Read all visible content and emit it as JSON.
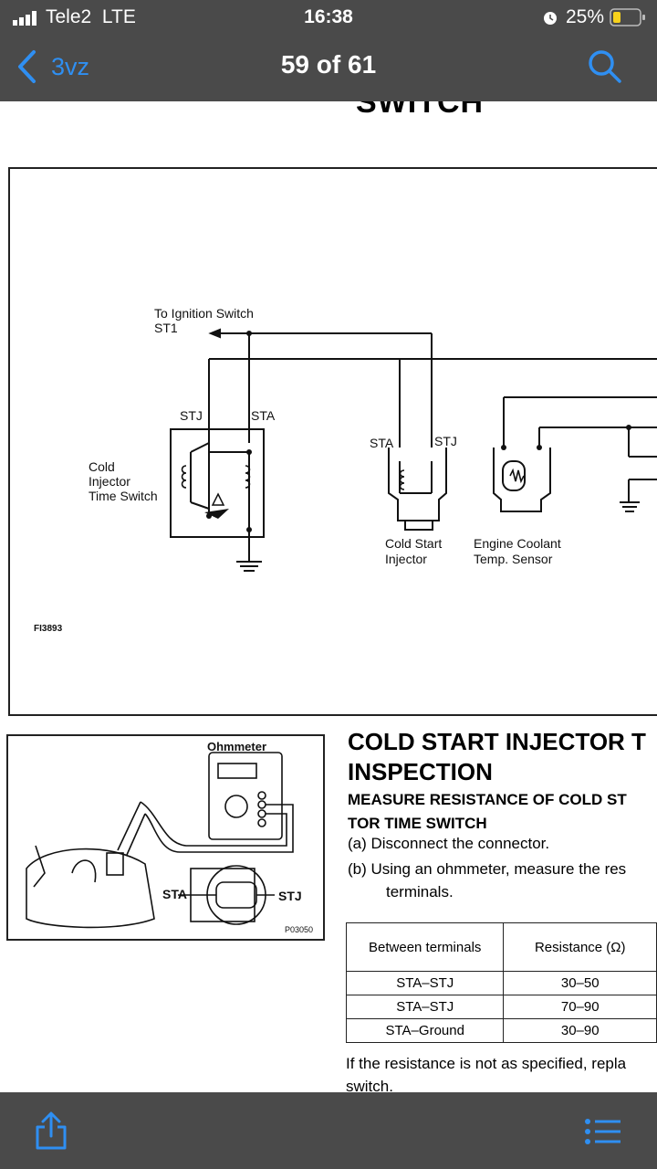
{
  "status_bar": {
    "carrier": "Tele2",
    "network": "LTE",
    "time": "16:38",
    "battery": "25%"
  },
  "nav": {
    "back_label": "3vz",
    "title": "59 of 61"
  },
  "document": {
    "heading_top": "SWITCH",
    "diagram1": {
      "ignition_label_line1": "To Ignition Switch",
      "ignition_label_line2": "ST1",
      "stj_left": "STJ",
      "sta_left": "STA",
      "cold_injector_l1": "Cold",
      "cold_injector_l2": "Injector",
      "cold_injector_l3": "Time Switch",
      "sta_mid": "STA",
      "stj_mid": "STJ",
      "cold_start_l1": "Cold Start",
      "cold_start_l2": "Injector",
      "coolant_l1": "Engine Coolant",
      "coolant_l2": "Temp. Sensor",
      "fig_id": "FI3893"
    },
    "diagram2": {
      "ohmmeter": "Ohmmeter",
      "sta": "STA",
      "stj": "STJ",
      "fig_id": "P03050"
    },
    "section_title_l1": "COLD START INJECTOR T",
    "section_title_l2": "INSPECTION",
    "subheading_l1": "MEASURE RESISTANCE OF COLD ST",
    "subheading_l2": "TOR TIME SWITCH",
    "step_a": "(a)  Disconnect the connector.",
    "step_b_l1": "(b)  Using an ohmmeter, measure the res",
    "step_b_l2": "terminals.",
    "table": {
      "headers": [
        "Between terminals",
        "Resistance (Ω)"
      ],
      "rows": [
        [
          "STA–STJ",
          "30–50"
        ],
        [
          "STA–STJ",
          "70–90"
        ],
        [
          "STA–Ground",
          "30–90"
        ]
      ]
    },
    "footer_l1": "If the resistance is not as specified, repla",
    "footer_l2": "switch."
  },
  "icons": {
    "signal": "signal-bars-icon",
    "alarm": "alarm-icon",
    "battery": "battery-icon",
    "back": "chevron-left-icon",
    "search": "search-icon",
    "share": "share-icon",
    "list": "list-icon"
  },
  "colors": {
    "accent": "#2f8ff2",
    "battery": "#f7d21c",
    "bars": "#4a4a4a"
  }
}
